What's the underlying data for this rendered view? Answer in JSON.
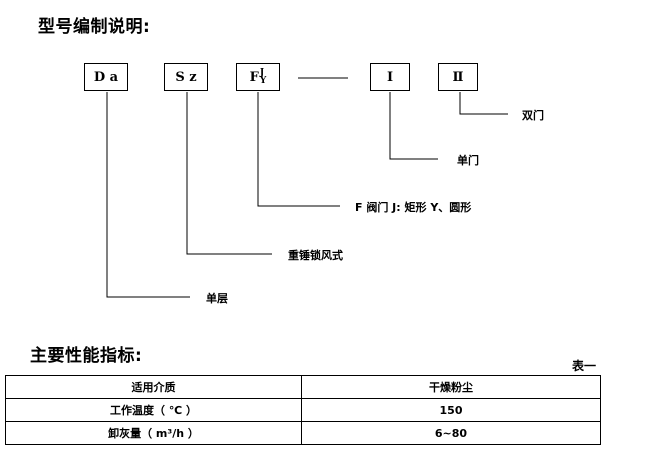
{
  "title_model": "型号编制说明:",
  "boxes": {
    "da": "D a",
    "sz": "S z",
    "f_main": "F",
    "f_sup": "J",
    "f_sub": "Y",
    "single": "I",
    "double": "Ⅱ"
  },
  "labels": {
    "double_door": "双门",
    "single_door": "单门",
    "valve_shape": "F  阀门  J: 矩形  Y、圆形",
    "counterweight": "重锤锁风式",
    "single_layer": "单层"
  },
  "title_specs": "主要性能指标:",
  "table_caption": "表一",
  "table": {
    "rows": [
      {
        "name": "适用介质",
        "value": "干燥粉尘"
      },
      {
        "name": "工作温度（ ℃ ）",
        "value": "150"
      },
      {
        "name": "卸灰量（ m³/h ）",
        "value": "6~80"
      }
    ]
  }
}
